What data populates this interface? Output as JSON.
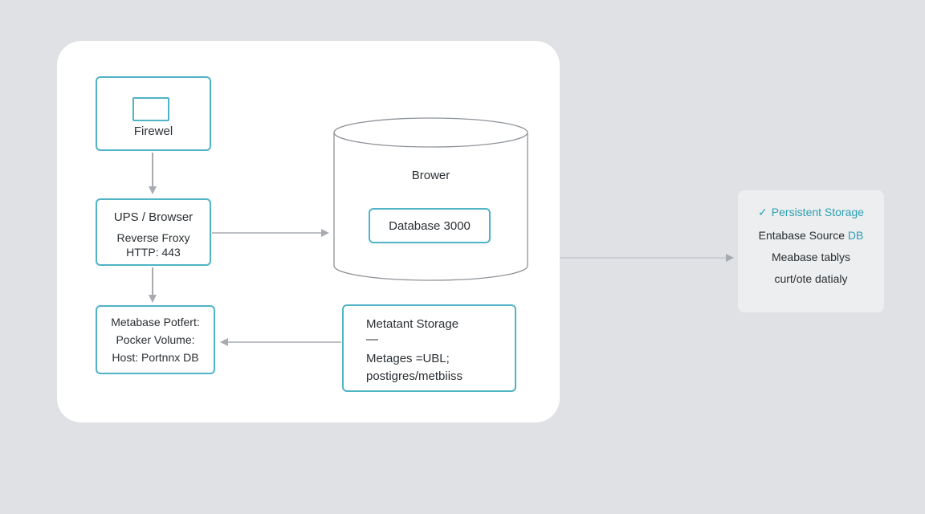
{
  "colors": {
    "background": "#dfe1e4",
    "canvas": "#ffffff",
    "node_border": "#4fb4c5",
    "accent_text": "#2e9fb2",
    "connector": "#a7abb0",
    "side_card": "#eceeef"
  },
  "diagram": {
    "firewall": {
      "label": "Firewel",
      "icon": "rectangle-icon"
    },
    "proxy": {
      "title": "UPS / Browser",
      "line1": "Reverse Froxy",
      "line2": "HTTP: 443"
    },
    "metabase_port": {
      "line1": "Metabase Potfert:",
      "line2": "Pocker Volume:",
      "line3": "Host: Portnnx DB"
    },
    "database": {
      "cylinder_label": "Brower",
      "box_label": "Database 3000"
    },
    "metadata_storage": {
      "title": "Metatant Storage",
      "divider": "—",
      "line1": "Metages =UBL;",
      "line2": "postigres/metbiiss"
    }
  },
  "side_card": {
    "check_icon": "✓",
    "title": "Persistent Storage",
    "line1_prefix": "Entabase Source ",
    "line1_accent": "DB",
    "line2": "Meabase tablys",
    "line3": "curt/ote datialy"
  }
}
